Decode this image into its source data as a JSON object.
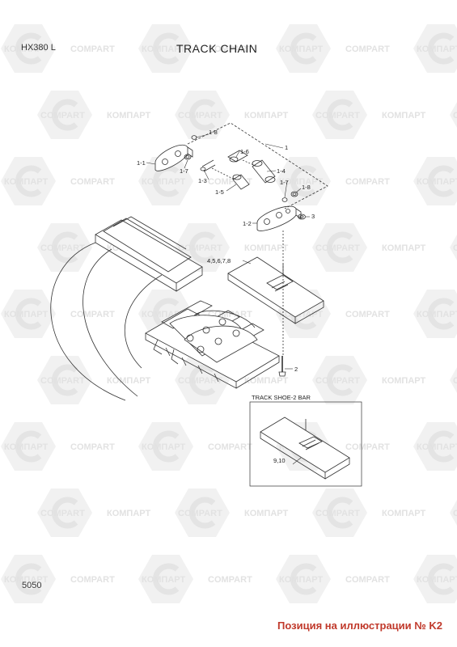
{
  "header": {
    "model": "HX380 L",
    "title": "TRACK CHAIN"
  },
  "page_code": "5050",
  "footer_note": "Позиция на иллюстрации № K2",
  "inset": {
    "title": "TRACK SHOE-2 BAR",
    "callout": "9,10"
  },
  "watermark": {
    "text_ru": "КОМПАРТ",
    "text_en": "COMPART"
  },
  "callouts": {
    "c1": "1",
    "c1_1": "1-1",
    "c1_2": "1-2",
    "c1_3": "1-3",
    "c1_4": "1-4",
    "c1_5": "1-5",
    "c1_6": "1-6",
    "c1_7": "1-7",
    "c1_7b": "1-7",
    "c1_8": "1-8",
    "c1_8b": "1-8",
    "c2": "2",
    "c3": "3",
    "c4_8": "4,5,6,7,8"
  }
}
